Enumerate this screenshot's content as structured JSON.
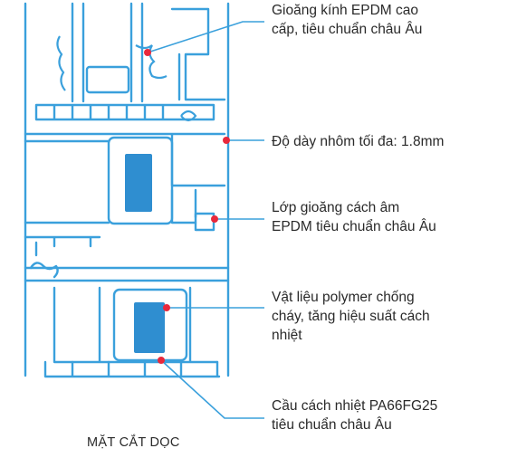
{
  "diagram": {
    "caption": "MẶT CẮT DỌC",
    "line_color": "#3aa0dc",
    "marker_color": "#e8283c",
    "callouts": [
      {
        "text": "Gioăng kính EPDM cao\ncấp, tiêu chuẩn châu Âu"
      },
      {
        "text": "Độ dày nhôm tối đa: 1.8mm"
      },
      {
        "text": "Lớp gioăng cách âm\nEPDM tiêu chuẩn châu Âu"
      },
      {
        "text": "Vật liệu polymer chống\ncháy, tăng hiệu suất cách\nnhiệt"
      },
      {
        "text": "Cầu cách nhiệt PA66FG25\ntiêu chuẩn châu Âu"
      }
    ]
  }
}
